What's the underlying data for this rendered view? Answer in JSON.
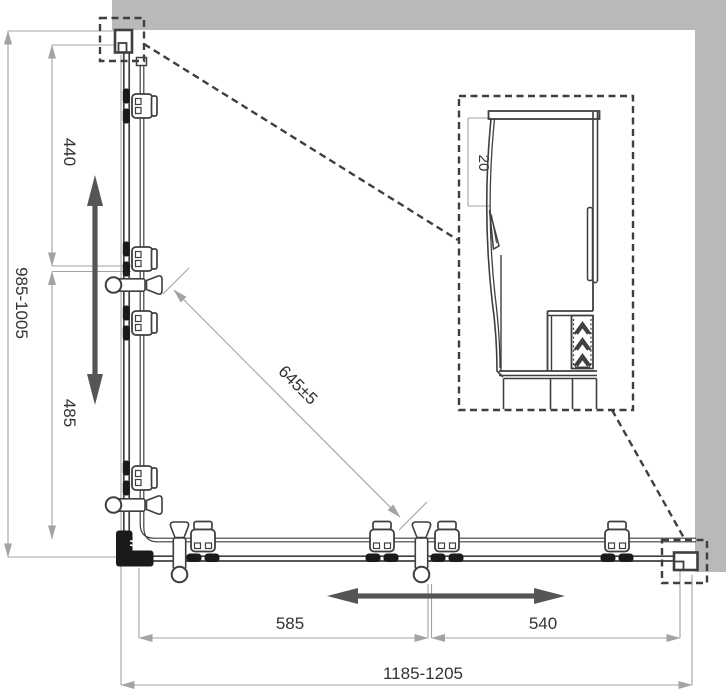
{
  "dimensions": {
    "left_total": "985-1005",
    "left_upper": "440",
    "left_lower": "485",
    "diagonal": "645±5",
    "bottom_left": "585",
    "bottom_right": "540",
    "bottom_total": "1185-1205",
    "detail_depth": "20"
  },
  "colors": {
    "wall": "#b9b9b9",
    "line": "#3f3f3f",
    "dim_line": "#a3a3a3",
    "label": "#333333",
    "adjust_arrow": "#555555",
    "component_black": "#1a1a1a",
    "background": "#ffffff"
  }
}
